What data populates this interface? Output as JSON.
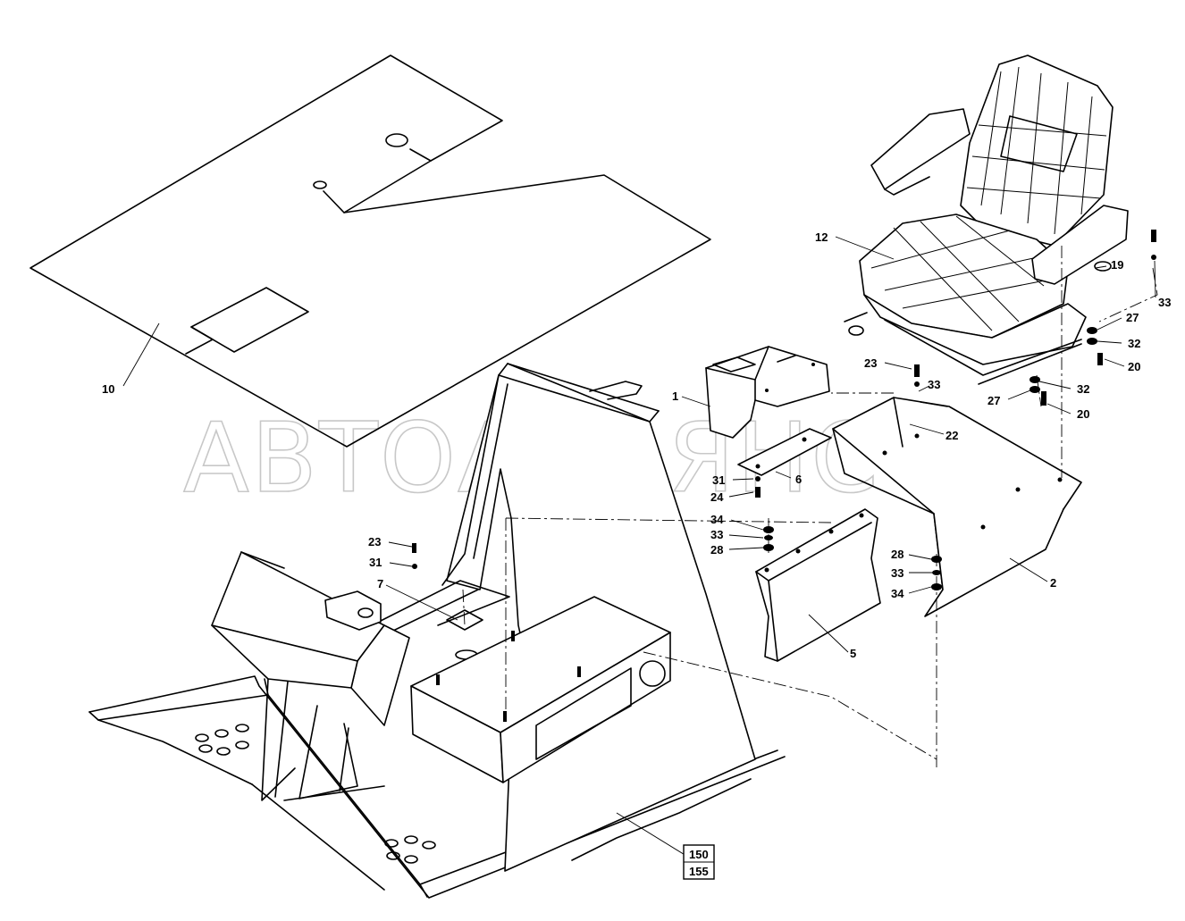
{
  "watermark": "АВТОАЛЬЯНС",
  "part_labels": [
    "10",
    "12",
    "19",
    "33",
    "27",
    "32",
    "20",
    "23",
    "33",
    "32",
    "27",
    "20",
    "1",
    "22",
    "31",
    "6",
    "24",
    "34",
    "33",
    "28",
    "28",
    "33",
    "34",
    "2",
    "5",
    "23",
    "31",
    "7"
  ],
  "reference_box": {
    "top": "150",
    "bottom": "155"
  }
}
